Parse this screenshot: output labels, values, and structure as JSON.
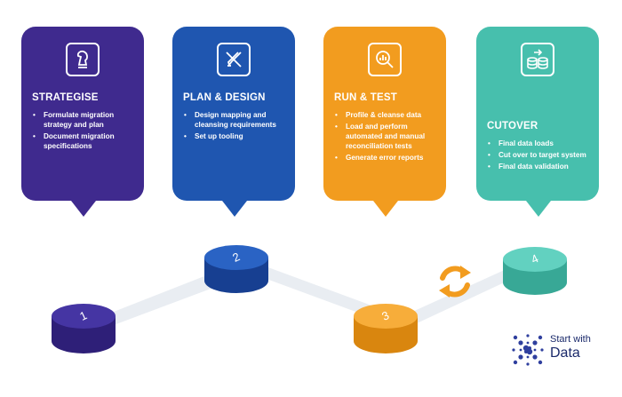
{
  "stages": [
    {
      "title": "STRATEGISE",
      "icon": "chess-piece-icon",
      "color": "#3f2a8e",
      "bullets": [
        "Formulate migration strategy and plan",
        "Document  migration specifications"
      ],
      "step": "1"
    },
    {
      "title": "PLAN & DESIGN",
      "icon": "pencil-ruler-icon",
      "color": "#1f56b0",
      "bullets": [
        "Design mapping and cleansing requirements",
        "Set up tooling"
      ],
      "step": "2"
    },
    {
      "title": "RUN & TEST",
      "icon": "magnifier-chart-icon",
      "color": "#f29c1f",
      "bullets": [
        "Profile & cleanse data",
        "Load and perform automated and manual reconciliation tests",
        "Generate error reports"
      ],
      "step": "3"
    },
    {
      "title": "CUTOVER",
      "icon": "database-transfer-icon",
      "color": "#47bfad",
      "bullets": [
        "Final data loads",
        "Cut over to target system",
        "Final data validation"
      ],
      "step": "4"
    }
  ],
  "loop_icon": "refresh-arrows-icon",
  "logo": {
    "line1": "Start with",
    "line2": "Data"
  }
}
